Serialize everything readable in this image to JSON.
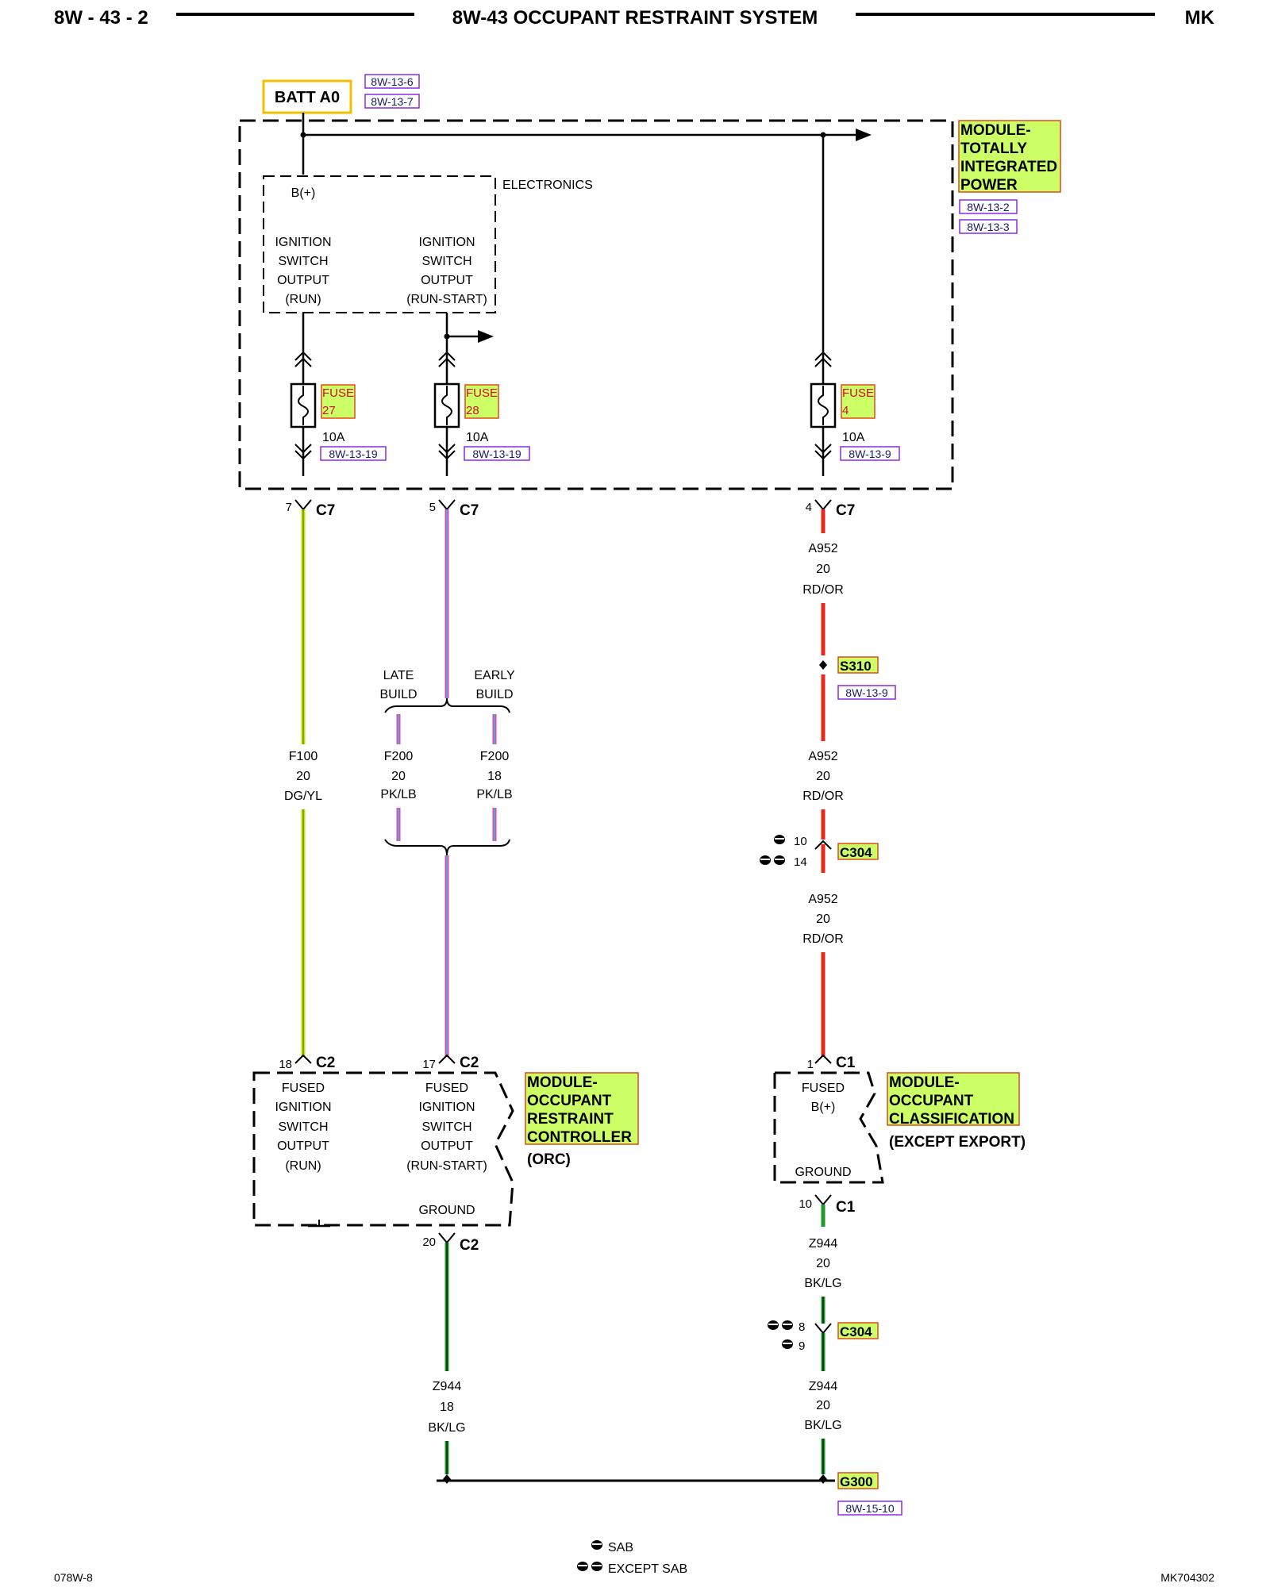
{
  "header": {
    "page_id": "8W - 43 - 2",
    "title": "8W-43 OCCUPANT RESTRAINT SYSTEM",
    "model": "MK"
  },
  "footer": {
    "left_code": "078W-8",
    "right_code": "MK704302"
  },
  "legend": {
    "sab": "SAB",
    "except_sab": "EXCEPT SAB"
  },
  "power_source": {
    "label": "BATT A0",
    "refs": [
      "8W-13-6",
      "8W-13-7"
    ]
  },
  "tipm": {
    "name_lines": [
      "MODULE-",
      "TOTALLY",
      "INTEGRATED",
      "POWER"
    ],
    "refs": [
      "8W-13-2",
      "8W-13-3"
    ],
    "electronics_label": "ELECTRONICS",
    "bplus_label": "B(+)",
    "output_run_lines": [
      "IGNITION",
      "SWITCH",
      "OUTPUT",
      "(RUN)"
    ],
    "output_runstart_lines": [
      "IGNITION",
      "SWITCH",
      "OUTPUT",
      "(RUN-START)"
    ]
  },
  "fuses": [
    {
      "label": "FUSE",
      "number": "27",
      "rating": "10A",
      "ref": "8W-13-19"
    },
    {
      "label": "FUSE",
      "number": "28",
      "rating": "10A",
      "ref": "8W-13-19"
    },
    {
      "label": "FUSE",
      "number": "4",
      "rating": "10A",
      "ref": "8W-13-9"
    }
  ],
  "c7": {
    "name": "C7",
    "pins": [
      "7",
      "5",
      "4"
    ]
  },
  "wires": {
    "f100": {
      "circuit": "F100",
      "gauge": "20",
      "color": "DG/YL",
      "hex": "#c8e000"
    },
    "f200_late": {
      "circuit": "F200",
      "gauge": "20",
      "color": "PK/LB",
      "hex": "#d94fa8"
    },
    "f200_early": {
      "circuit": "F200",
      "gauge": "18",
      "color": "PK/LB",
      "hex": "#d94fa8"
    },
    "a952_1": {
      "circuit": "A952",
      "gauge": "20",
      "color": "RD/OR",
      "hex": "#e8281a"
    },
    "a952_2": {
      "circuit": "A952",
      "gauge": "20",
      "color": "RD/OR"
    },
    "a952_3": {
      "circuit": "A952",
      "gauge": "20",
      "color": "RD/OR"
    },
    "z944_orc": {
      "circuit": "Z944",
      "gauge": "18",
      "color": "BK/LG",
      "hex": "#1f9a2a"
    },
    "z944_occ1": {
      "circuit": "Z944",
      "gauge": "20",
      "color": "BK/LG"
    },
    "z944_occ2": {
      "circuit": "Z944",
      "gauge": "20",
      "color": "BK/LG"
    }
  },
  "build_options": {
    "late": [
      "LATE",
      "BUILD"
    ],
    "early": [
      "EARLY",
      "BUILD"
    ]
  },
  "splice": {
    "name": "S310",
    "ref": "8W-13-9"
  },
  "c304_upper": {
    "name": "C304",
    "pin_sab": "10",
    "pin_except": "14"
  },
  "c304_lower": {
    "name": "C304",
    "pin_except": "8",
    "pin_sab": "9"
  },
  "orc": {
    "name_lines": [
      "MODULE-",
      "OCCUPANT",
      "RESTRAINT",
      "CONTROLLER"
    ],
    "abbrev": "(ORC)",
    "connector": "C2",
    "pin_run": "18",
    "pin_runstart": "17",
    "pin_ground": "20",
    "input_run_lines": [
      "FUSED",
      "IGNITION",
      "SWITCH",
      "OUTPUT",
      "(RUN)"
    ],
    "input_runstart_lines": [
      "FUSED",
      "IGNITION",
      "SWITCH",
      "OUTPUT",
      "(RUN-START)"
    ],
    "ground_label": "GROUND"
  },
  "occ": {
    "name_lines": [
      "MODULE-",
      "OCCUPANT",
      "CLASSIFICATION"
    ],
    "qualifier": "(EXCEPT EXPORT)",
    "connector": "C1",
    "pin_power": "1",
    "pin_ground": "10",
    "power_lines": [
      "FUSED",
      "B(+)"
    ],
    "ground_label": "GROUND"
  },
  "ground": {
    "name": "G300",
    "ref": "8W-15-10"
  }
}
